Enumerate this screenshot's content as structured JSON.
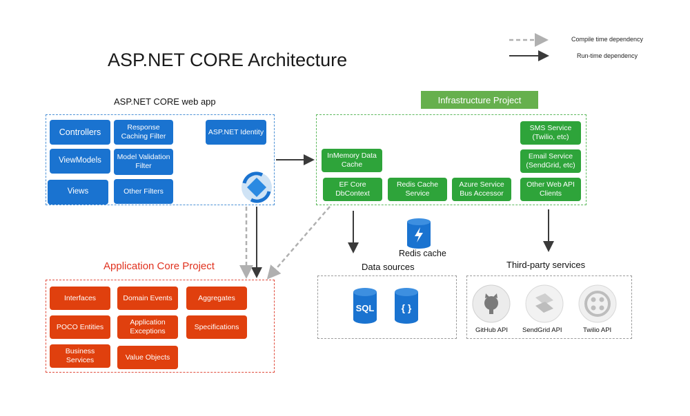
{
  "title": "ASP.NET CORE Architecture",
  "legend": {
    "compile": "Compile time dependency",
    "runtime": "Run-time dependency"
  },
  "webapp": {
    "label": "ASP.NET CORE web app",
    "controllers": "Controllers",
    "response_caching": "Response Caching Filter",
    "identity": "ASP.NET Identity",
    "viewmodels": "ViewModels",
    "model_validation": "Model Validation Filter",
    "views": "Views",
    "other_filters": "Other Filters"
  },
  "infra": {
    "label": "Infrastructure Project",
    "inmemory": "InMemory Data Cache",
    "efcore": "EF Core DbContext",
    "redis_service": "Redis Cache Service",
    "azure_bus": "Azure Service Bus Accessor",
    "sms": "SMS Service (Twilio, etc)",
    "email": "Email Service (SendGrid, etc)",
    "other_api": "Other Web API Clients"
  },
  "core": {
    "label": "Application Core Project",
    "interfaces": "Interfaces",
    "domain_events": "Domain Events",
    "aggregates": "Aggregates",
    "poco": "POCO Entities",
    "app_exceptions": "Application Exceptions",
    "specifications": "Specifications",
    "business_services": "Business Services",
    "value_objects": "Value Objects"
  },
  "redis_cache": "Redis cache",
  "data_sources": {
    "label": "Data sources",
    "sql": "SQL",
    "json": "{ }"
  },
  "third_party": {
    "label": "Third-party services",
    "github": "GitHub API",
    "sendgrid": "SendGrid API",
    "twilio": "Twilio API"
  },
  "colors": {
    "webapp": "#1a73d0",
    "infra": "#2ea43a",
    "core": "#e0400e"
  }
}
